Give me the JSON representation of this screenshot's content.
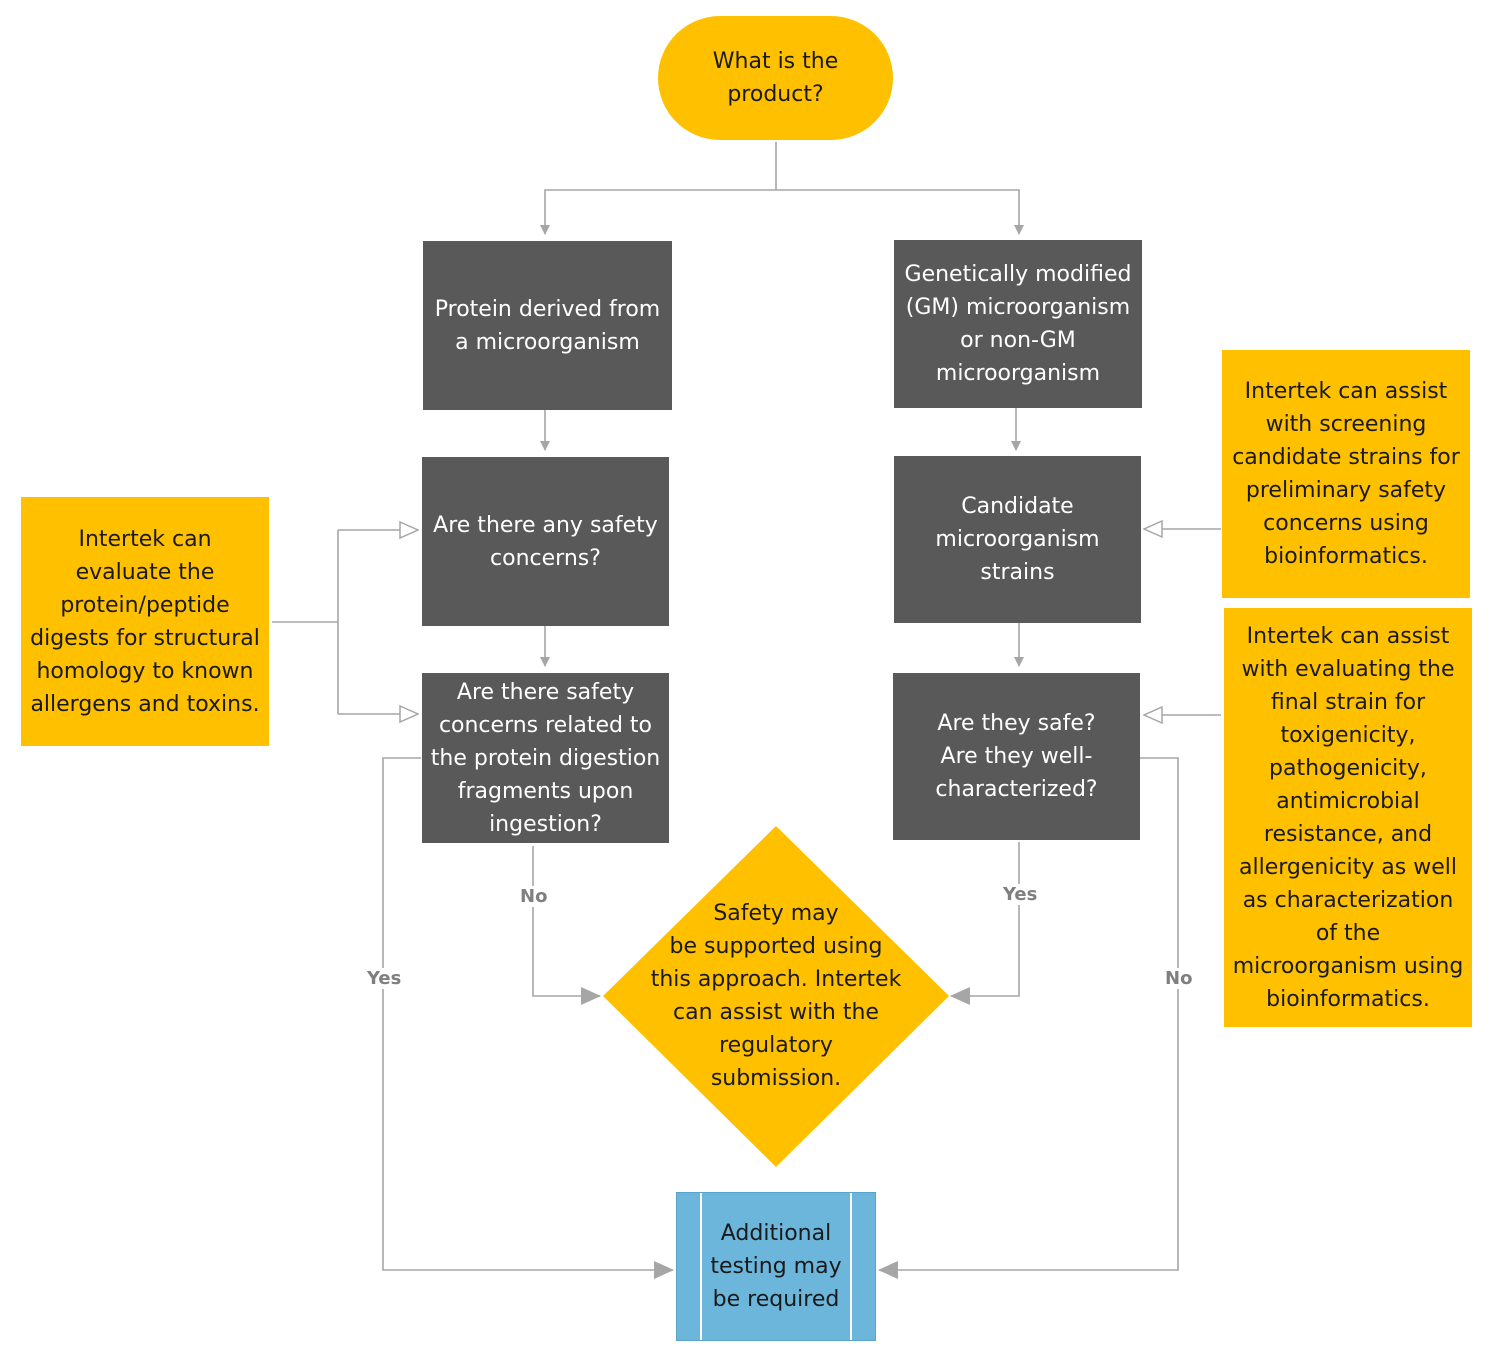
{
  "colors": {
    "dark_box": "#595959",
    "orange": "#FFC000",
    "blue": "#6CB6DC",
    "connector": "#A6A6A6"
  },
  "nodes": {
    "start": "What is the\nproduct?",
    "protein": "Protein derived from\na microorganism",
    "gm": "Genetically modified\n(GM) microorganism\nor non-GM\nmicroorganism",
    "safety_concerns": "Are there any safety\nconcerns?",
    "candidate": "Candidate\nmicroorganism\nstrains",
    "digestion": "Are there safety\nconcerns related to\nthe protein digestion\nfragments upon\ningestion?",
    "safe": "Are they safe?\nAre they well-\ncharacterized?",
    "decision": "Safety may\nbe supported using\nthis approach. Intertek\ncan assist with the\nregulatory\nsubmission.",
    "additional": "Additional\ntesting may\nbe required"
  },
  "notes": {
    "left": "Intertek can\nevaluate the\nprotein/peptide\ndigests for structural\nhomology to known\nallergens and toxins.",
    "right_top": "Intertek can assist\nwith screening\ncandidate strains for\npreliminary safety\nconcerns using\nbioinformatics.",
    "right_bottom": "Intertek can assist\nwith evaluating the\nfinal strain for\ntoxigenicity,\npathogenicity,\nantimicrobial\nresistance, and\nallergenicity as well\nas characterization\nof the\nmicroorganism using\nbioinformatics."
  },
  "edge_labels": {
    "no_left": "No",
    "yes_left": "Yes",
    "yes_right": "Yes",
    "no_right": "No"
  }
}
